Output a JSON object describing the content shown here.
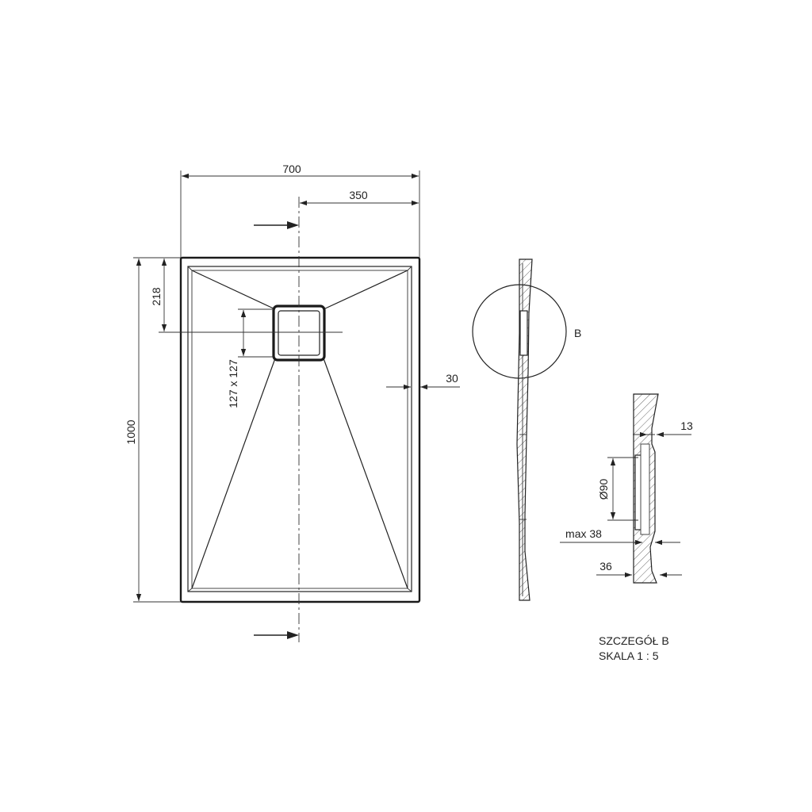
{
  "dimensions": {
    "width_overall": "700",
    "half_width": "350",
    "length_overall": "1000",
    "drain_offset": "218",
    "drain_size": "127 x 127",
    "rim": "30",
    "detail_top": "13",
    "drain_diameter": "Ø90",
    "max_depth": "max 38",
    "thickness": "36"
  },
  "labels": {
    "detail_marker": "B",
    "detail_title": "SZCZEGÓŁ B",
    "detail_scale": "SKALA 1 : 5"
  },
  "colors": {
    "line": "#222222",
    "background": "#ffffff"
  }
}
